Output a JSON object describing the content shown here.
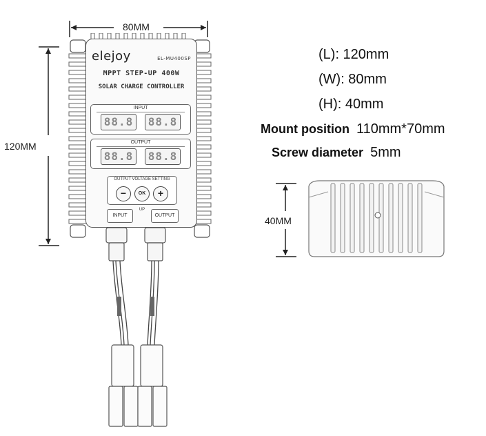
{
  "dimensions": {
    "width": "80MM",
    "length": "120MM",
    "height": "40MM"
  },
  "device": {
    "brand": "elejoy",
    "model": "EL-MU400SP",
    "title_line1": "MPPT STEP-UP 400W",
    "title_line2": "SOLAR CHARGE CONTROLLER",
    "input_label": "INPUT",
    "output_label": "OUTPUT",
    "display_digits": "88.8",
    "setting_label": "OUTPUT VOLTAGE SETTING",
    "minus_label": "−",
    "ok_label": "OK",
    "plus_label": "+",
    "port_input": "INPUT",
    "port_up": "UP",
    "port_output": "OUTPUT"
  },
  "specs": {
    "length": "(L): 120mm",
    "width": "(W): 80mm",
    "height": "(H): 40mm",
    "mount_label": "Mount position",
    "mount_value": "110mm*70mm",
    "screw_label": "Screw diameter",
    "screw_value": "5mm"
  }
}
